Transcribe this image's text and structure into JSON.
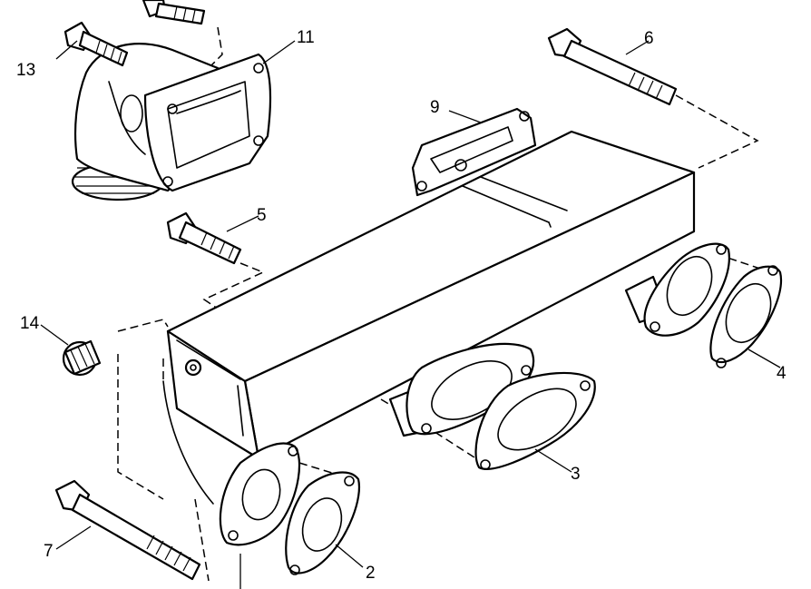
{
  "callouts": [
    {
      "id": "2",
      "label": "2"
    },
    {
      "id": "3",
      "label": "3"
    },
    {
      "id": "4",
      "label": "4"
    },
    {
      "id": "5",
      "label": "5"
    },
    {
      "id": "6",
      "label": "6"
    },
    {
      "id": "7",
      "label": "7"
    },
    {
      "id": "9",
      "label": "9"
    },
    {
      "id": "11",
      "label": "11"
    },
    {
      "id": "13",
      "label": "13"
    },
    {
      "id": "14",
      "label": "14"
    }
  ],
  "colors": {
    "ink": "#000000",
    "paper": "#ffffff"
  }
}
